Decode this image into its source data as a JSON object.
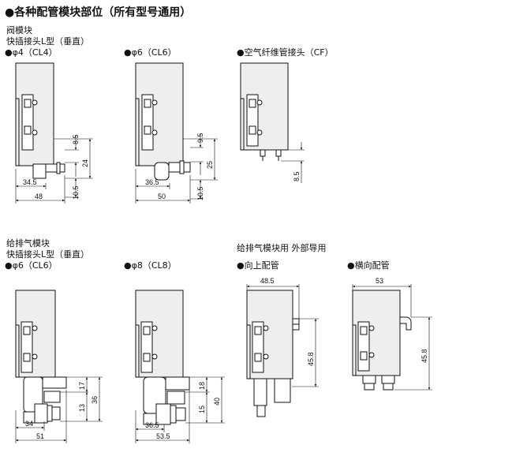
{
  "heading": "●各种配管模块部位（所有型号通用）",
  "section1": {
    "line1": "阀模块",
    "line2": "快插接头L型（垂直）",
    "items": [
      {
        "label": "●φ4（CL4）",
        "dims": {
          "a": "8.5",
          "b": "24",
          "c": "10.5",
          "w1": "34.5",
          "w2": "48"
        }
      },
      {
        "label": "●φ6（CL6）",
        "dims": {
          "a": "9.5",
          "b": "25",
          "c": "10.5",
          "w1": "36.5",
          "w2": "50"
        }
      },
      {
        "label": "●空气纤维管接头（CF）",
        "dims": {
          "a": "8.5"
        }
      }
    ]
  },
  "section2": {
    "line1": "给排气模块",
    "line2": "快插接头L型（垂直）",
    "items": [
      {
        "label": "●φ6（CL6）",
        "dims": {
          "a": "17",
          "b": "36",
          "c": "13",
          "w1": "34",
          "w2": "51"
        }
      },
      {
        "label": "●φ8（CL8）",
        "dims": {
          "a": "18",
          "b": "40",
          "c": "15",
          "w1": "36.5",
          "w2": "53.5"
        }
      }
    ]
  },
  "section3": {
    "line1": "给排气模块用 外部导用",
    "items": [
      {
        "label": "●向上配管",
        "dims": {
          "w": "48.5",
          "h": "45.8"
        }
      },
      {
        "label": "●横向配管",
        "dims": {
          "w": "53",
          "h": "45.8"
        }
      }
    ]
  }
}
